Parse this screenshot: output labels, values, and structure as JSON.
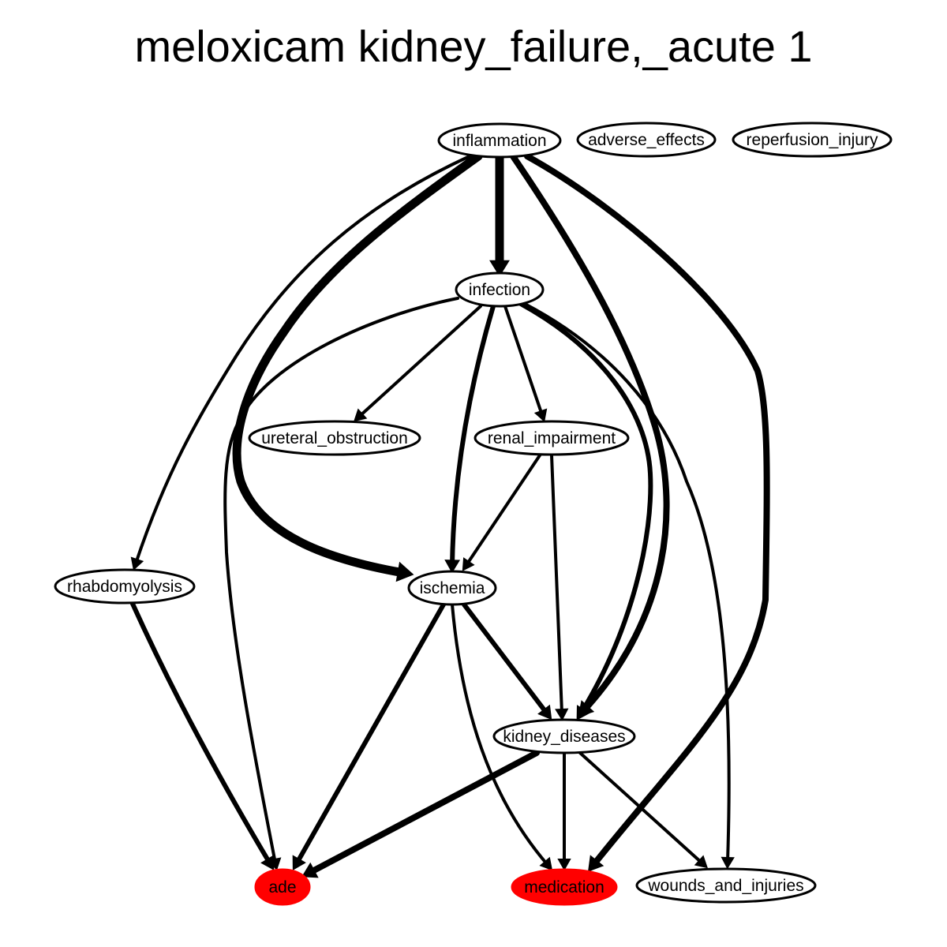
{
  "title": "meloxicam kidney_failure,_acute 1",
  "colors": {
    "edge": "#000000",
    "node_fill": "#ffffff",
    "highlight_fill": "#ff0000",
    "stroke": "#000000"
  },
  "nodes": [
    {
      "id": "inflammation",
      "label": "inflammation",
      "highlight": false
    },
    {
      "id": "adverse_effects",
      "label": "adverse_effects",
      "highlight": false
    },
    {
      "id": "reperfusion_injury",
      "label": "reperfusion_injury",
      "highlight": false
    },
    {
      "id": "infection",
      "label": "infection",
      "highlight": false
    },
    {
      "id": "ureteral_obstruction",
      "label": "ureteral_obstruction",
      "highlight": false
    },
    {
      "id": "renal_impairment",
      "label": "renal_impairment",
      "highlight": false
    },
    {
      "id": "rhabdomyolysis",
      "label": "rhabdomyolysis",
      "highlight": false
    },
    {
      "id": "ischemia",
      "label": "ischemia",
      "highlight": false
    },
    {
      "id": "kidney_diseases",
      "label": "kidney_diseases",
      "highlight": false
    },
    {
      "id": "ade",
      "label": "ade",
      "highlight": true
    },
    {
      "id": "medication",
      "label": "medication",
      "highlight": true
    },
    {
      "id": "wounds_and_injuries",
      "label": "wounds_and_injuries",
      "highlight": false
    }
  ],
  "edges": [
    {
      "from": "inflammation",
      "to": "infection",
      "weight": 5
    },
    {
      "from": "inflammation",
      "to": "ischemia",
      "weight": 5
    },
    {
      "from": "inflammation",
      "to": "kidney_diseases",
      "weight": 4
    },
    {
      "from": "inflammation",
      "to": "medication",
      "weight": 4
    },
    {
      "from": "inflammation",
      "to": "rhabdomyolysis",
      "weight": 2
    },
    {
      "from": "infection",
      "to": "ureteral_obstruction",
      "weight": 2
    },
    {
      "from": "infection",
      "to": "renal_impairment",
      "weight": 2
    },
    {
      "from": "infection",
      "to": "ischemia",
      "weight": 3
    },
    {
      "from": "infection",
      "to": "kidney_diseases",
      "weight": 3
    },
    {
      "from": "infection",
      "to": "ade",
      "weight": 2
    },
    {
      "from": "infection",
      "to": "wounds_and_injuries",
      "weight": 2
    },
    {
      "from": "renal_impairment",
      "to": "ischemia",
      "weight": 2
    },
    {
      "from": "renal_impairment",
      "to": "kidney_diseases",
      "weight": 2
    },
    {
      "from": "ischemia",
      "to": "kidney_diseases",
      "weight": 3
    },
    {
      "from": "ischemia",
      "to": "ade",
      "weight": 3
    },
    {
      "from": "ischemia",
      "to": "medication",
      "weight": 2
    },
    {
      "from": "rhabdomyolysis",
      "to": "ade",
      "weight": 3
    },
    {
      "from": "kidney_diseases",
      "to": "ade",
      "weight": 4
    },
    {
      "from": "kidney_diseases",
      "to": "medication",
      "weight": 2
    },
    {
      "from": "kidney_diseases",
      "to": "wounds_and_injuries",
      "weight": 2
    }
  ]
}
